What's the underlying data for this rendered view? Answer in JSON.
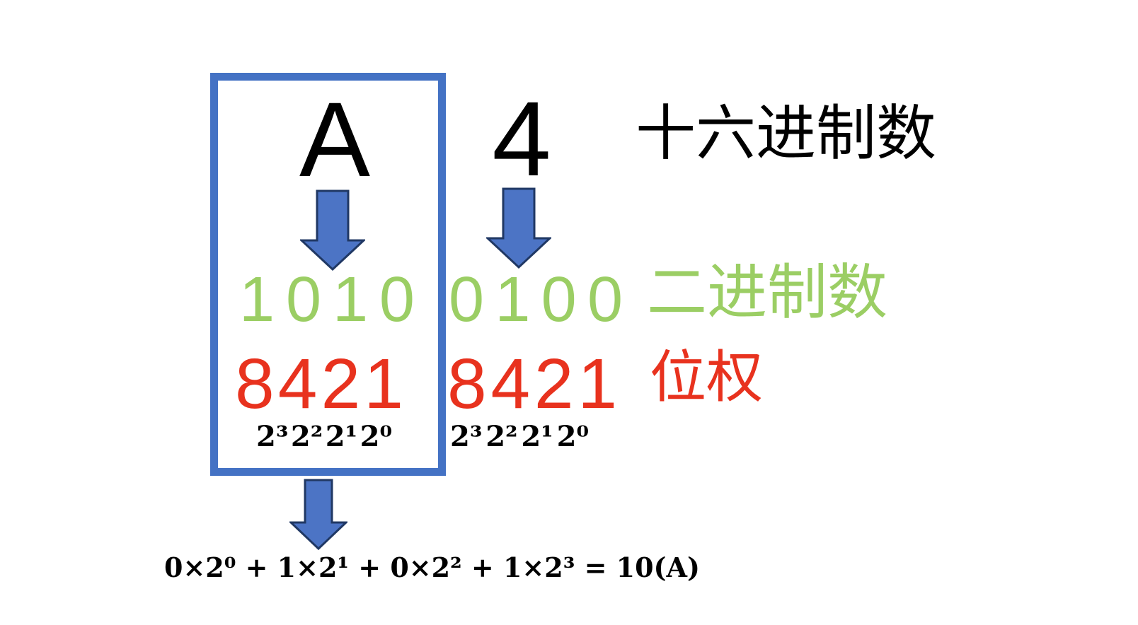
{
  "colors": {
    "box_blue": "#4472C4",
    "arrow_fill": "#4C74C5",
    "arrow_outline": "#203864",
    "binary_green": "#9BCE64",
    "weight_red": "#E8321E",
    "text_black": "#000000"
  },
  "hex_row": {
    "digit_a": "A",
    "digit_4": "4",
    "label": "十六进制数"
  },
  "binary_row": {
    "group_a": [
      "1",
      "0",
      "1",
      "0"
    ],
    "group_b": [
      "0",
      "1",
      "0",
      "0"
    ],
    "label": "二进制数"
  },
  "weight_row": {
    "group_a": [
      "8",
      "4",
      "2",
      "1"
    ],
    "group_b": [
      "8",
      "4",
      "2",
      "1"
    ],
    "label": "位权"
  },
  "power_row": {
    "group_a": [
      "2³",
      "2²",
      "2¹",
      "2⁰"
    ],
    "group_b": [
      "2³",
      "2²",
      "2¹",
      "2⁰"
    ]
  },
  "formula": {
    "text": "0×2⁰ + 1×2¹ + 0×2² + 1×2³ = 10(A)"
  },
  "icons": {
    "arrow_hex_a": "down-arrow",
    "arrow_hex_4": "down-arrow",
    "arrow_sum": "down-arrow"
  }
}
